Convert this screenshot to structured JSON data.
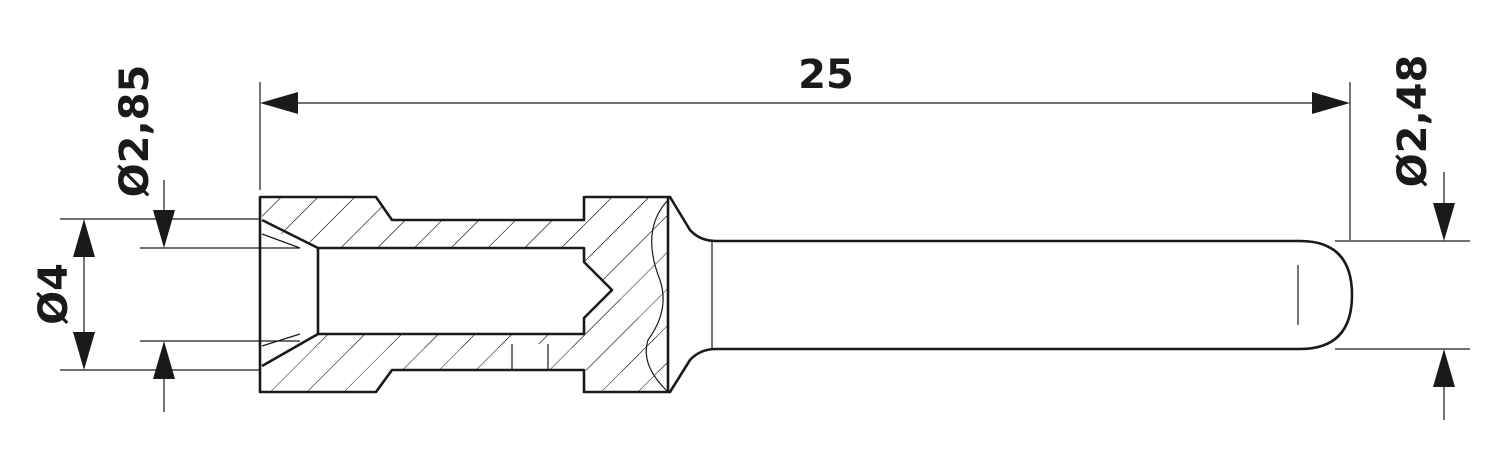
{
  "dimensions": {
    "length": "25",
    "inner_diameter": "Ø2,85",
    "outer_diameter": "Ø4",
    "pin_diameter": "Ø2,48"
  }
}
